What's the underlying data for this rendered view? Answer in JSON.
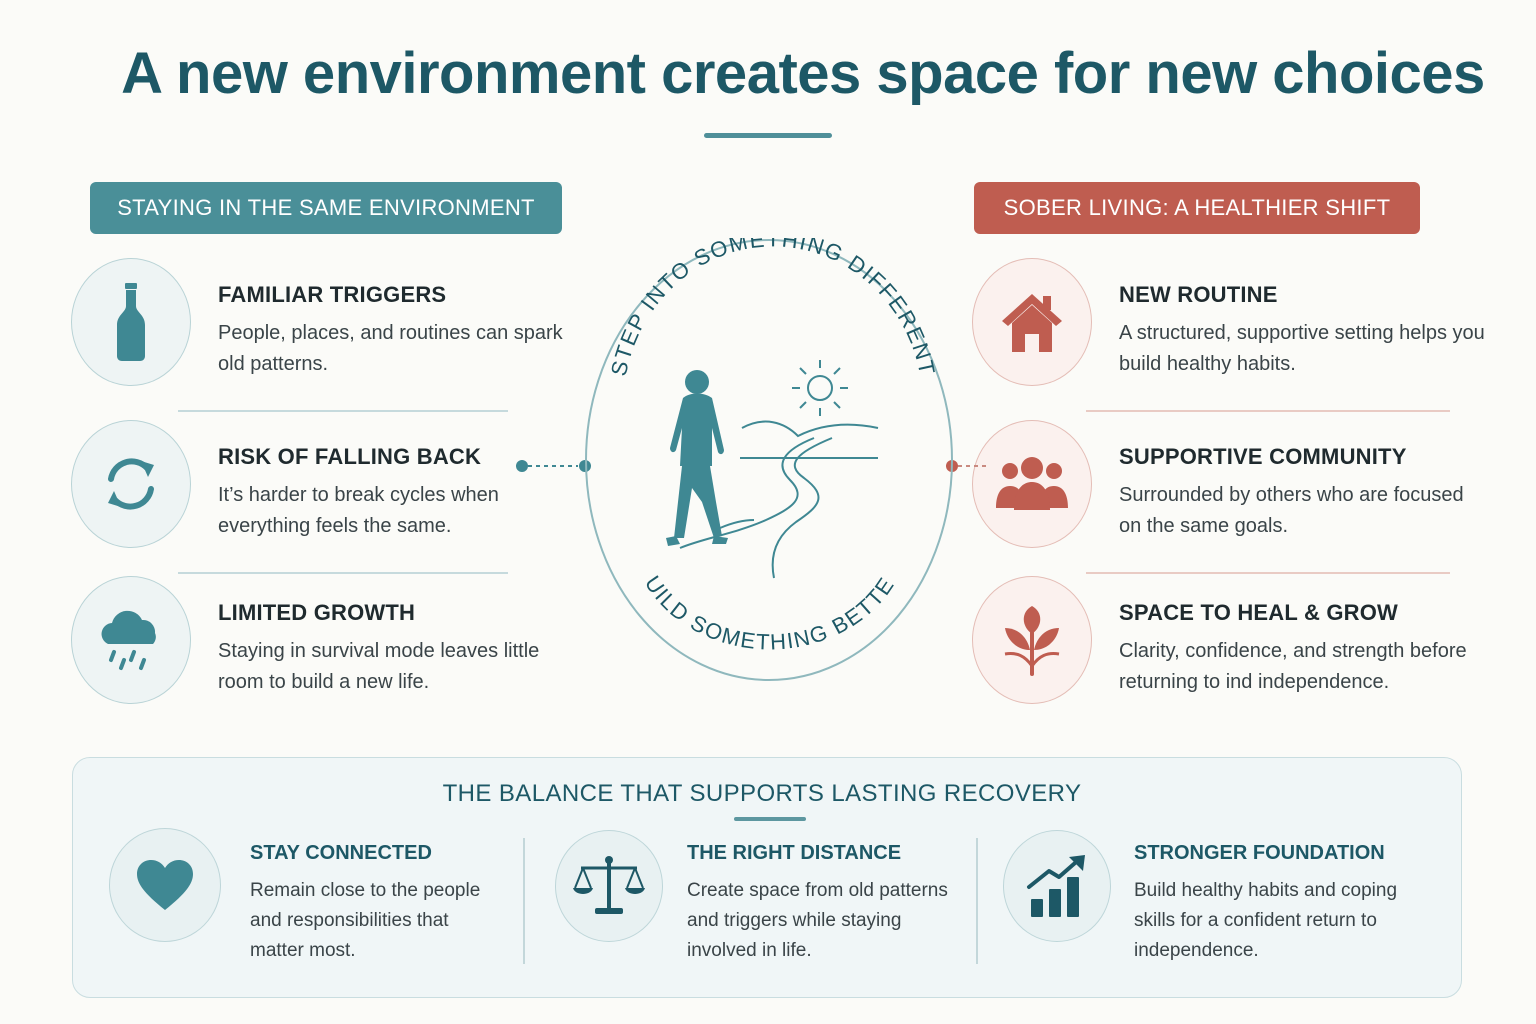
{
  "title": "A new environment creates space for new choices",
  "colors": {
    "teal": "#4a8f98",
    "dark_teal": "#1d5866",
    "red": "#bf5d50"
  },
  "left": {
    "pill": "STAYING IN THE SAME ENVIRONMENT",
    "items": [
      {
        "icon": "bottle-icon",
        "head": "FAMILIAR TRIGGERS",
        "desc": "People, places, and routines can spark old patterns."
      },
      {
        "icon": "cycle-arrows-icon",
        "head": "RISK OF FALLING BACK",
        "desc": "It’s harder to break cycles when everything feels the same."
      },
      {
        "icon": "rain-cloud-icon",
        "head": "LIMITED GROWTH",
        "desc": "Staying in survival mode leaves little room to build a new life."
      }
    ]
  },
  "right": {
    "pill": "SOBER LIVING: A HEALTHIER SHIFT",
    "items": [
      {
        "icon": "house-icon",
        "head": "NEW ROUTINE",
        "desc": "A structured, supportive setting helps you build healthy habits."
      },
      {
        "icon": "community-icon",
        "head": "SUPPORTIVE COMMUNITY",
        "desc": "Surrounded by others who are focused on the same goals."
      },
      {
        "icon": "sprout-icon",
        "head": "SPACE TO HEAL & GROW",
        "desc": "Clarity, confidence, and strength before returning to ind independence."
      }
    ]
  },
  "center": {
    "top_arc": "STEP INTO SOMETHING DIFFERENT",
    "bottom_arc": "BUILD SOMETHING BETTER",
    "illustration": "person-walking-path-icon"
  },
  "bottom": {
    "title": "THE BALANCE THAT SUPPORTS LASTING RECOVERY",
    "items": [
      {
        "icon": "heart-icon",
        "head": "STAY CONNECTED",
        "desc": "Remain close to the people and responsibilities that matter most."
      },
      {
        "icon": "scales-icon",
        "head": "THE RIGHT DISTANCE",
        "desc": "Create space from old patterns and triggers while staying involved in life."
      },
      {
        "icon": "growth-chart-icon",
        "head": "STRONGER FOUNDATION",
        "desc": "Build healthy habits and coping skills for a confident return to independence."
      }
    ]
  }
}
